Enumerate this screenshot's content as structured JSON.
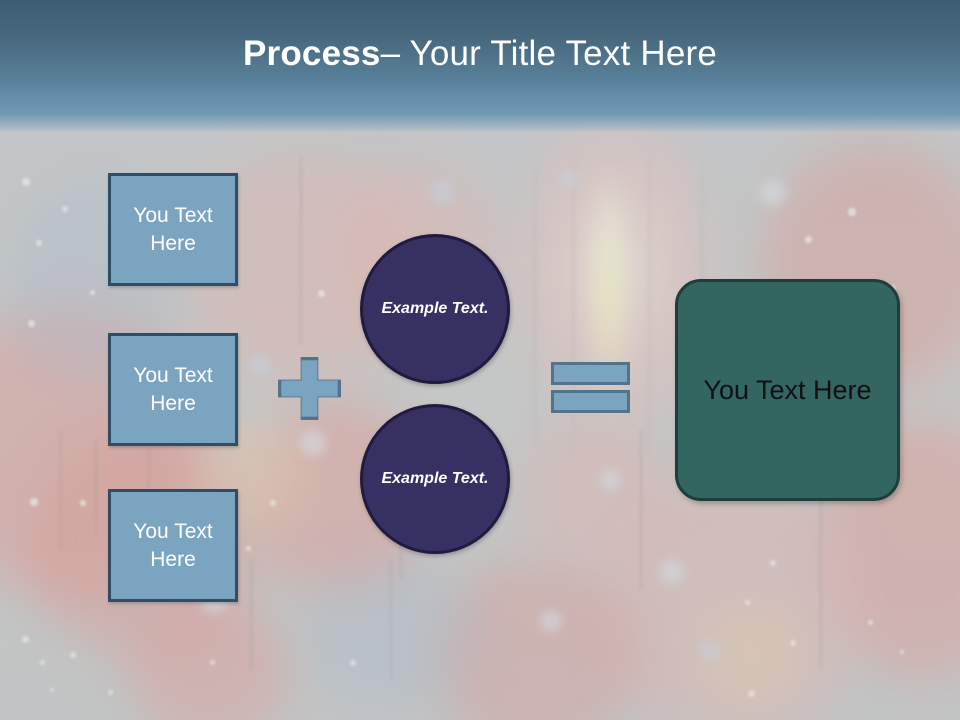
{
  "slide": {
    "title": {
      "strong": "Process",
      "rest": " – Your Title Text Here"
    },
    "colors": {
      "title_bar_top": "#3c5c72",
      "title_bar_bottom": "#6f9ab3",
      "box_fill": "#7ba4c1",
      "box_border": "#2f4d64",
      "circle_fill": "#373063",
      "circle_border": "#201a3d",
      "result_fill": "#336661",
      "result_border": "#1f3d3a",
      "operator_fill": "#7ba4c1",
      "operator_border": "#55728b",
      "box_text": "#ffffff",
      "circle_text": "#ffffff",
      "result_text": "#111111"
    },
    "input_boxes": [
      {
        "label": "You Text Here"
      },
      {
        "label": "You Text Here"
      },
      {
        "label": "You Text Here"
      }
    ],
    "operators": {
      "plus": "plus-sign",
      "equals": "equals-sign"
    },
    "circles": [
      {
        "label": "Example Text."
      },
      {
        "label": "Example Text."
      }
    ],
    "result": {
      "label": "You Text Here"
    }
  }
}
